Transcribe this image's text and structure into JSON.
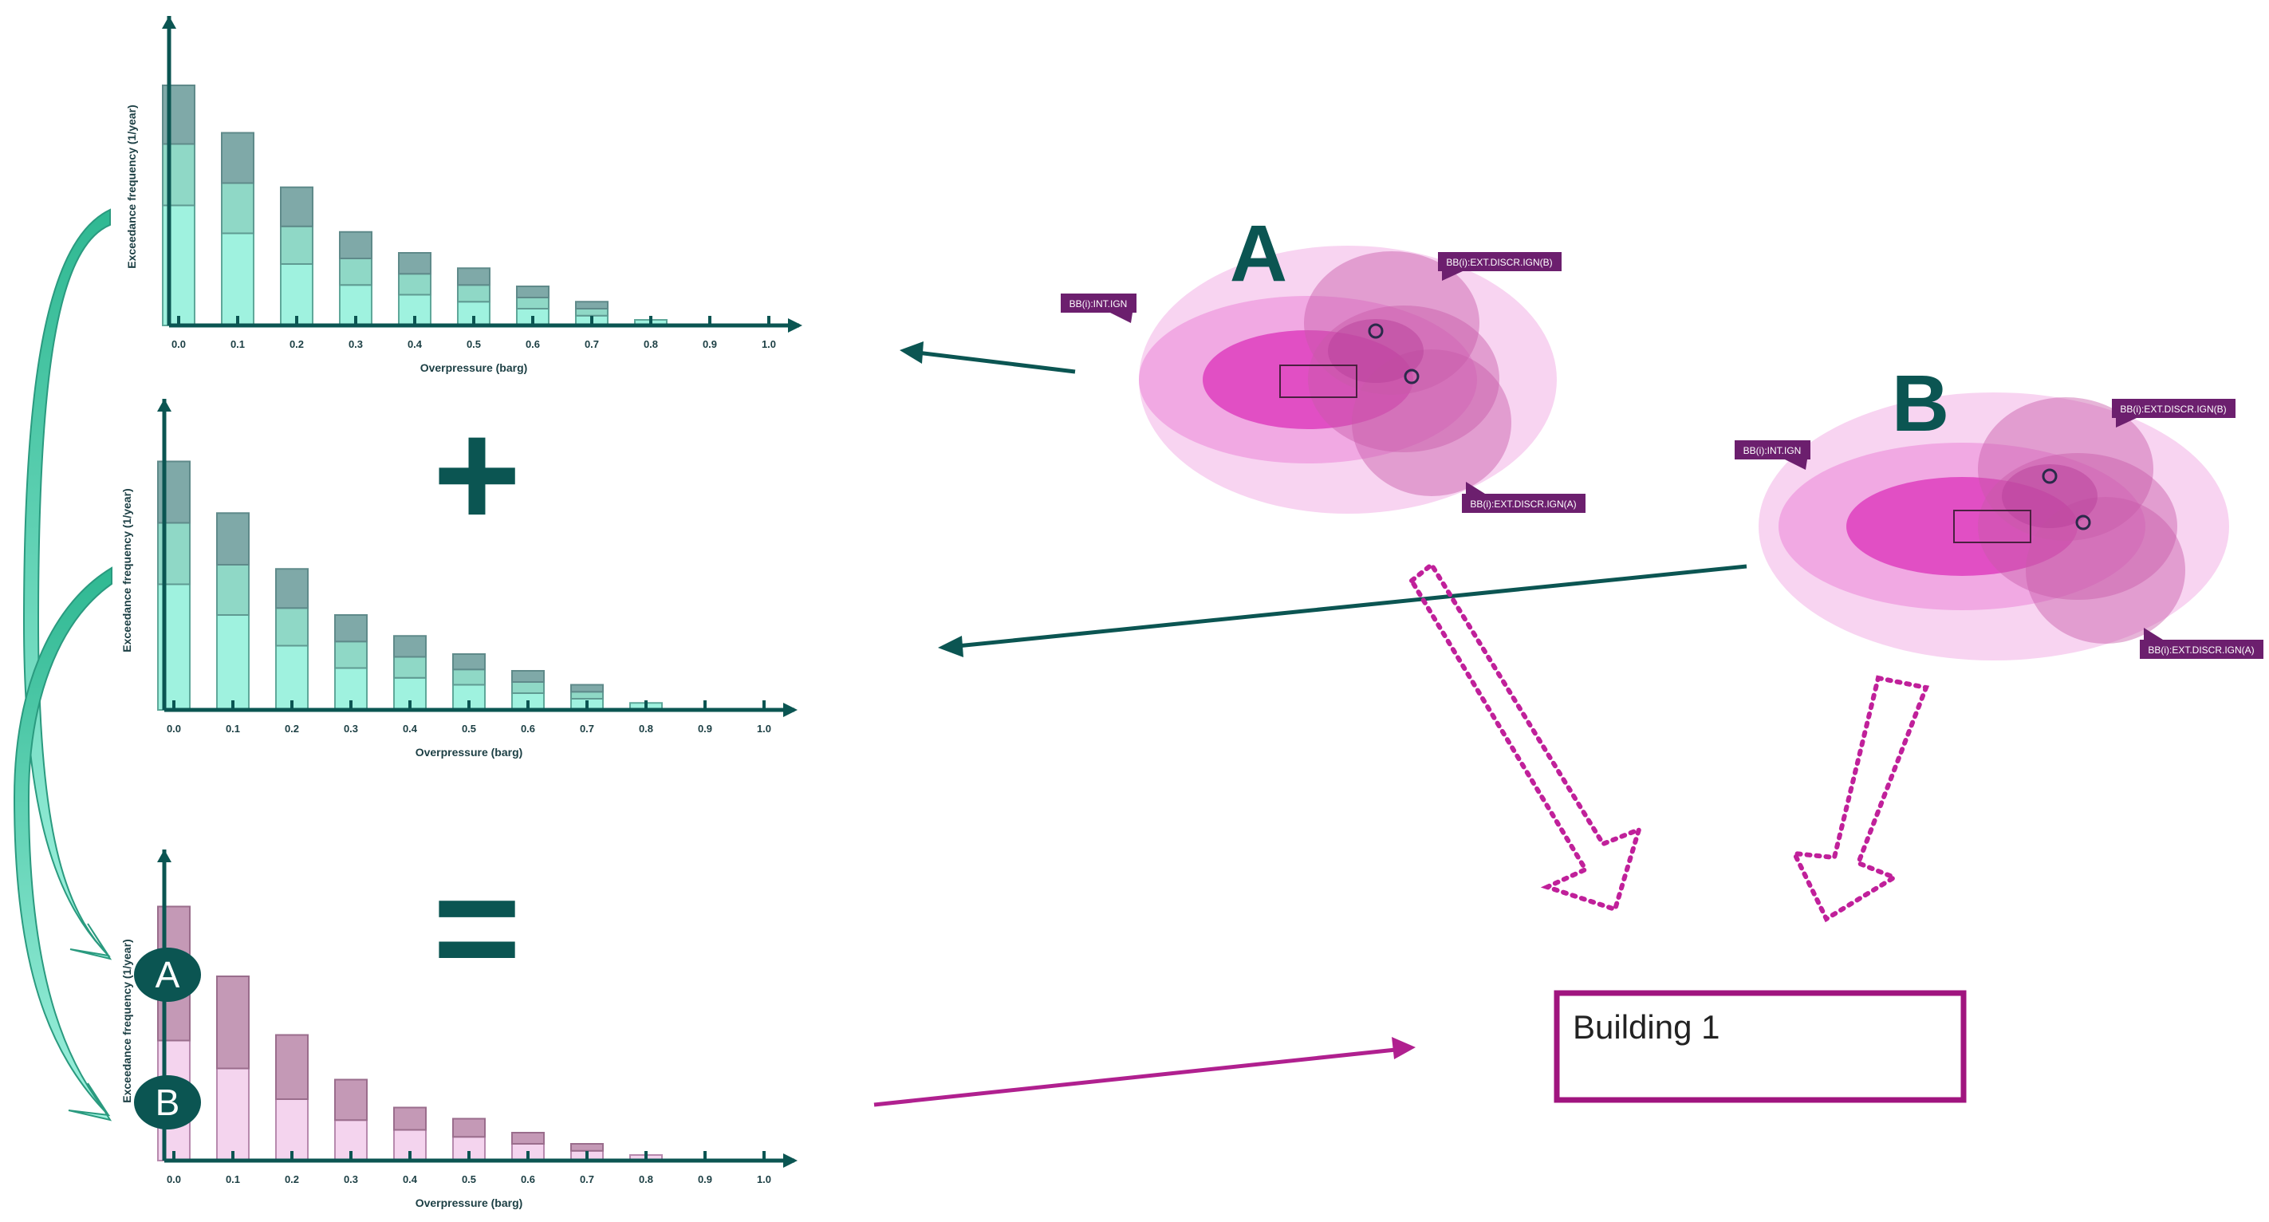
{
  "colors": {
    "teal_dark": "#0b5552",
    "teal_light": "#9ff2df",
    "teal_mid": "#7fcdbd",
    "teal_grey": "#6e9ea0",
    "magenta": "#b0208f",
    "pink_light": "#f4d4ee",
    "mauve": "#c499b6",
    "label_purple": "#6c1f6e"
  },
  "operators": {
    "plus": "+",
    "equals": "="
  },
  "scenarios": {
    "a": {
      "letter": "A",
      "labels": [
        "BB(i):INT.IGN",
        "BB(i):EXT.DISCR.IGN(B)",
        "BB(i):EXT.DISCR.IGN(A)"
      ]
    },
    "b": {
      "letter": "B",
      "labels": [
        "BB(i):INT.IGN",
        "BB(i):EXT.DISCR.IGN(B)",
        "BB(i):EXT.DISCR.IGN(A)"
      ]
    }
  },
  "badges": {
    "a": "A",
    "b": "B"
  },
  "building": {
    "label": "Building 1"
  },
  "chart_data": [
    {
      "type": "bar",
      "stacked": true,
      "ylabel": "Exceedance frequency (1/year)",
      "xlabel": "Overpressure (barg)",
      "x": [
        0.0,
        0.1,
        0.2,
        0.3,
        0.4,
        0.5,
        0.6,
        0.7,
        0.8,
        0.9,
        1.0
      ],
      "tick_labels": [
        "0.0",
        "0.1",
        "0.2",
        "0.3",
        "0.4",
        "0.5",
        "0.6",
        "0.7",
        "0.8",
        "0.9",
        "1.0"
      ],
      "series": [
        {
          "values": [
            4.3,
            3.3,
            2.2,
            1.45,
            1.1,
            0.85,
            0.6,
            0.35,
            0.2,
            0,
            0
          ]
        },
        {
          "values": [
            2.2,
            1.8,
            1.35,
            0.95,
            0.75,
            0.6,
            0.4,
            0.25,
            0,
            0,
            0
          ]
        },
        {
          "values": [
            2.1,
            1.8,
            1.4,
            0.95,
            0.75,
            0.6,
            0.4,
            0.25,
            0,
            0,
            0
          ]
        }
      ]
    },
    {
      "type": "bar",
      "stacked": true,
      "ylabel": "Exceedance frequency (1/year)",
      "xlabel": "Overpressure (barg)",
      "x": [
        0.0,
        0.1,
        0.2,
        0.3,
        0.4,
        0.5,
        0.6,
        0.7,
        0.8,
        0.9,
        1.0
      ],
      "tick_labels": [
        "0.0",
        "0.1",
        "0.2",
        "0.3",
        "0.4",
        "0.5",
        "0.6",
        "0.7",
        "0.8",
        "0.9",
        "1.0"
      ],
      "series": [
        {
          "values": [
            4.5,
            3.4,
            2.3,
            1.5,
            1.15,
            0.9,
            0.6,
            0.4,
            0.25,
            0,
            0
          ]
        },
        {
          "values": [
            2.2,
            1.8,
            1.35,
            0.95,
            0.75,
            0.55,
            0.4,
            0.25,
            0,
            0,
            0
          ]
        },
        {
          "values": [
            2.2,
            1.85,
            1.4,
            0.95,
            0.75,
            0.55,
            0.4,
            0.25,
            0,
            0,
            0
          ]
        }
      ]
    },
    {
      "type": "bar",
      "stacked": true,
      "ylabel": "Exceedance frequency (1/year)",
      "xlabel": "Overpressure (barg)",
      "x": [
        0.0,
        0.1,
        0.2,
        0.3,
        0.4,
        0.5,
        0.6,
        0.7,
        0.8,
        0.9,
        1.0
      ],
      "tick_labels": [
        "0.0",
        "0.1",
        "0.2",
        "0.3",
        "0.4",
        "0.5",
        "0.6",
        "0.7",
        "0.8",
        "0.9",
        "1.0"
      ],
      "series": [
        {
          "values": [
            4.3,
            3.3,
            2.2,
            1.45,
            1.1,
            0.85,
            0.6,
            0.35,
            0.2,
            0,
            0
          ]
        },
        {
          "values": [
            4.8,
            3.3,
            2.3,
            1.45,
            0.8,
            0.65,
            0.4,
            0.25,
            0,
            0,
            0
          ]
        }
      ]
    }
  ]
}
